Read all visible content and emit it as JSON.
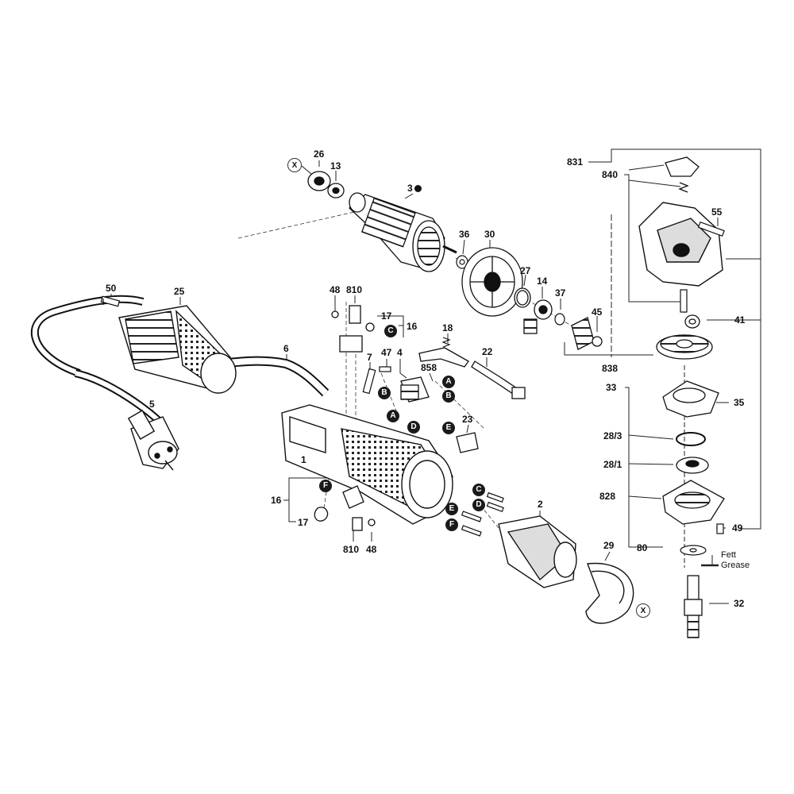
{
  "diagram": {
    "part_labels": {
      "p26": "26",
      "p13": "13",
      "p3": "3",
      "p36": "36",
      "p30": "30",
      "p27": "27",
      "p14": "14",
      "p37": "37",
      "p45": "45",
      "p831": "831",
      "p840": "840",
      "p55": "55",
      "p41": "41",
      "p838": "838",
      "p33": "33",
      "p35": "35",
      "p28_3": "28/3",
      "p28_1": "28/1",
      "p828": "828",
      "p49": "49",
      "p80": "80",
      "p32": "32",
      "p29": "29",
      "p2": "2",
      "p1": "1",
      "p25": "25",
      "p50": "50",
      "p6": "6",
      "p5": "5",
      "p48a": "48",
      "p810a": "810",
      "p17a": "17",
      "p16a": "16",
      "p18": "18",
      "p22": "22",
      "p7": "7",
      "p47": "47",
      "p4": "4",
      "p858": "858",
      "p23": "23",
      "p16b": "16",
      "p17b": "17",
      "p810b": "810",
      "p48b": "48"
    },
    "connector_badges": {
      "c1": "C",
      "b1": "B",
      "a1": "A",
      "d1": "D",
      "a2": "A",
      "b2": "B",
      "e1": "E",
      "f1": "F",
      "c2": "C",
      "d2": "D",
      "e2": "E",
      "f2": "F"
    },
    "x_marks": {
      "x1": "X",
      "x2": "X"
    },
    "grease_note": {
      "line1": "Fett",
      "line2": "Grease"
    }
  }
}
